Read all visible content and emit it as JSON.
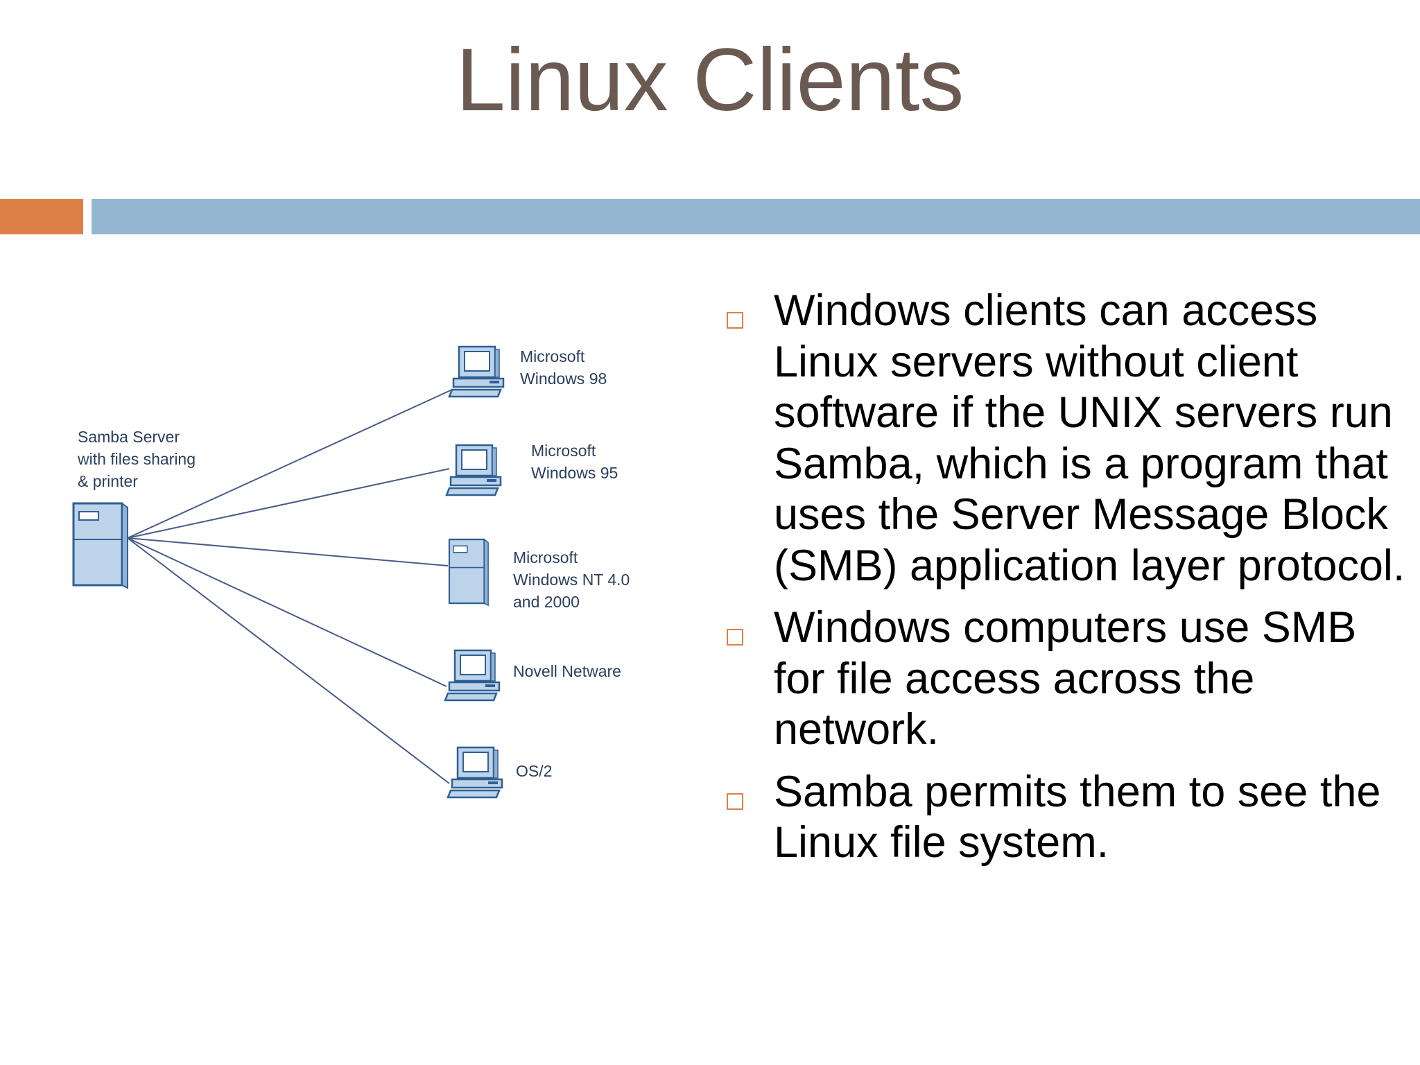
{
  "slide": {
    "title": "Linux Clients"
  },
  "colors": {
    "title": "#6b5a52",
    "accent_orange": "#dd8047",
    "accent_blue": "#94b6d2",
    "bullet": "#dd8047",
    "device_fill": "#bcd3ea",
    "device_stroke": "#2f5f93",
    "link_line": "#4a5a8a"
  },
  "diagram": {
    "server": {
      "icon": "server-tower-icon",
      "label_lines": [
        "Samba Server",
        "with files sharing",
        "& printer"
      ]
    },
    "clients": [
      {
        "icon": "desktop-computer-icon",
        "label_lines": [
          "Microsoft",
          "Windows 98"
        ]
      },
      {
        "icon": "desktop-computer-icon",
        "label_lines": [
          "Microsoft",
          "Windows 95"
        ]
      },
      {
        "icon": "server-tower-icon",
        "label_lines": [
          "Microsoft",
          "Windows NT 4.0",
          "and 2000"
        ]
      },
      {
        "icon": "desktop-computer-icon",
        "label_lines": [
          "Novell Netware"
        ]
      },
      {
        "icon": "desktop-computer-icon",
        "label_lines": [
          "OS/2"
        ]
      }
    ]
  },
  "bullets": [
    {
      "marker": "square-bullet-icon",
      "text": "Windows clients can access Linux servers without client software if the UNIX servers run Samba, which is a program that uses the Server Message Block (SMB) application layer protocol."
    },
    {
      "marker": "square-bullet-icon",
      "text": "Windows computers use SMB for file access across the network."
    },
    {
      "marker": "square-bullet-icon",
      "text": "Samba permits them to see the Linux file system."
    }
  ]
}
